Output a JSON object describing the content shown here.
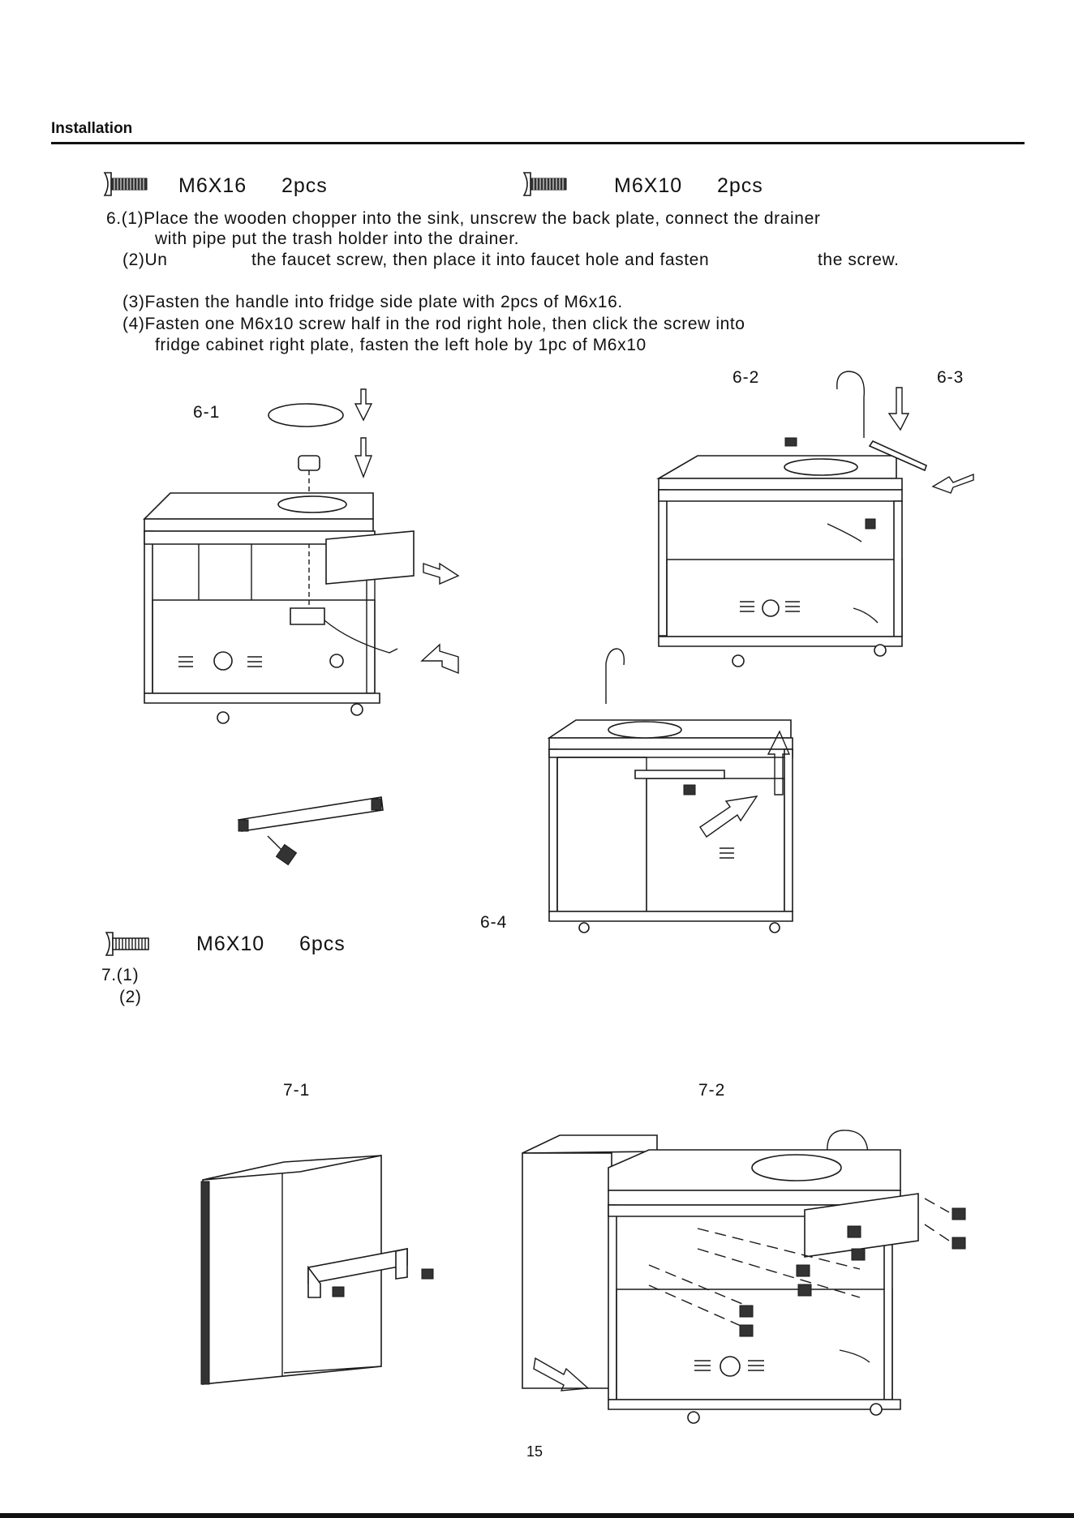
{
  "header": {
    "section": "Installation"
  },
  "hardware_top": [
    {
      "icon": "screw-icon",
      "size": "M6X16",
      "qty": "2pcs"
    },
    {
      "icon": "screw-icon",
      "size": "M6X10",
      "qty": "2pcs"
    }
  ],
  "step6": {
    "l1": "6.(1)Place the wooden chopper into the sink, unscrew the back plate, connect the drainer",
    "l2": "with pipe put the trash holder into the drainer.",
    "l3a": "(2)Un",
    "l3b": "the faucet screw, then place it into faucet hole and fasten",
    "l3c": "the screw.",
    "l4": "(3)Fasten the handle into fridge side plate with 2pcs of M6x16.",
    "l5": "(4)Fasten one M6x10 screw half in the rod right hole, then click the screw into",
    "l6": "fridge cabinet right plate, fasten the left hole by 1pc of M6x10"
  },
  "figures": {
    "f61": "6-1",
    "f62": "6-2",
    "f63": "6-3",
    "f64": "6-4",
    "f71": "7-1",
    "f72": "7-2"
  },
  "hardware_mid": {
    "icon": "screw-icon",
    "size": "M6X10",
    "qty": "6pcs"
  },
  "step7": {
    "s1": "7.(1)",
    "s2": "(2)"
  },
  "footer": {
    "page": "15"
  }
}
